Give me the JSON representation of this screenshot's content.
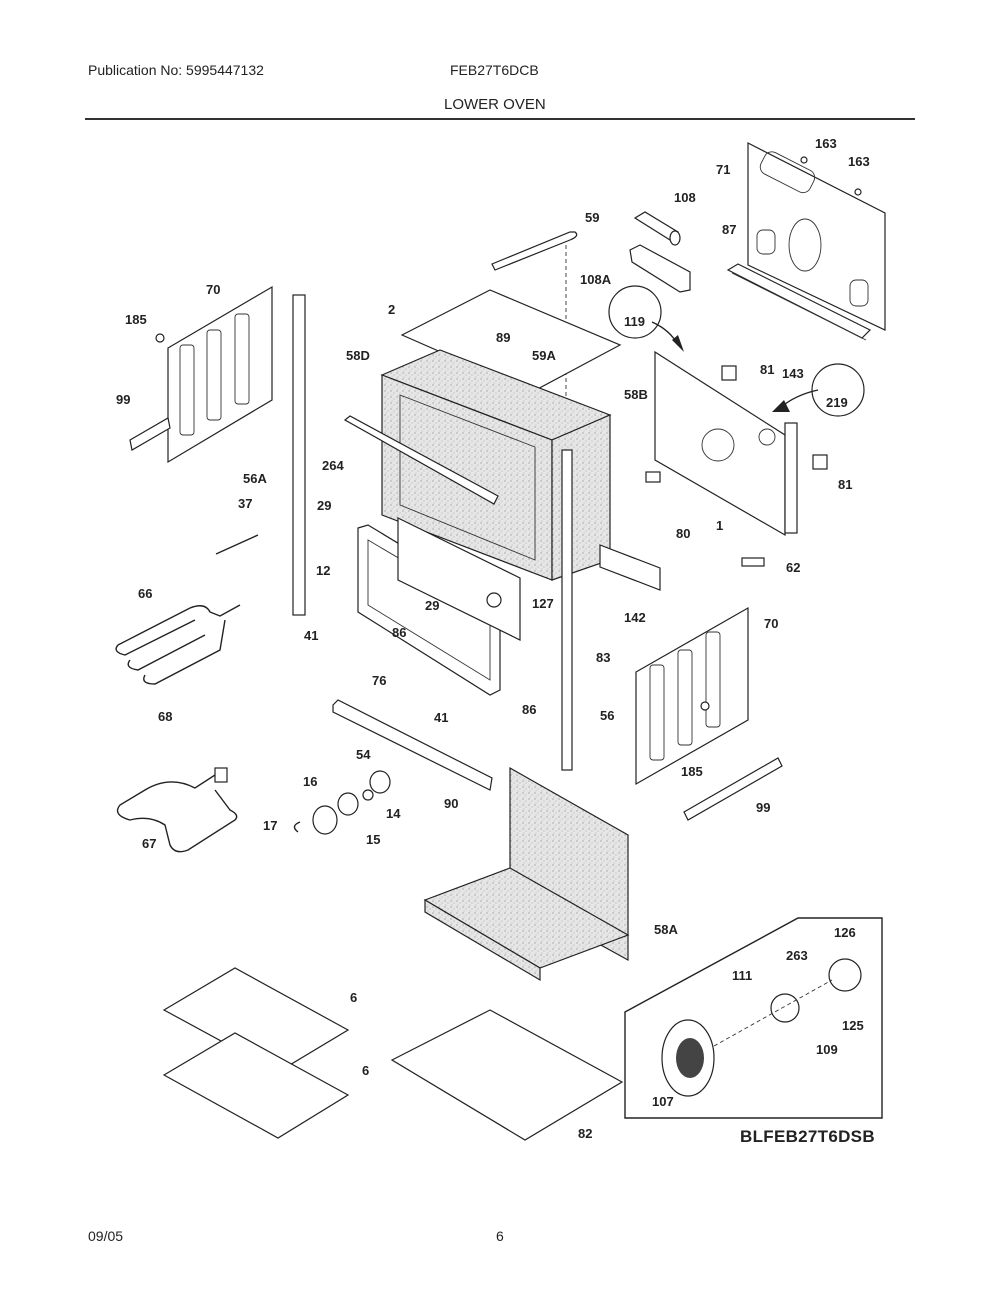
{
  "header": {
    "publication": "Publication No: 5995447132",
    "model": "FEB27T6DCB",
    "section_title": "LOWER OVEN"
  },
  "footer": {
    "date": "09/05",
    "page": "6"
  },
  "diagram": {
    "drawing_code": "BLFEB27T6DSB",
    "part_labels": {
      "p163a": "163",
      "p163b": "163",
      "p71": "71",
      "p108": "108",
      "p59": "59",
      "p87": "87",
      "p108A": "108A",
      "p119": "119",
      "p70a": "70",
      "p185a": "185",
      "p2": "2",
      "p89": "89",
      "p58D": "58D",
      "p59A": "59A",
      "p81a": "81",
      "p143": "143",
      "p219": "219",
      "p58B": "58B",
      "p99a": "99",
      "p264": "264",
      "p56A": "56A",
      "p37": "37",
      "p29a": "29",
      "p12": "12",
      "p81b": "81",
      "p80": "80",
      "p1": "1",
      "p62": "62",
      "p66": "66",
      "p29b": "29",
      "p127": "127",
      "p142": "142",
      "p70b": "70",
      "p41a": "41",
      "p86a": "86",
      "p83": "83",
      "p76": "76",
      "p41b": "41",
      "p86b": "86",
      "p56": "56",
      "p68": "68",
      "p54": "54",
      "p185b": "185",
      "p16": "16",
      "p14": "14",
      "p90": "90",
      "p99b": "99",
      "p17": "17",
      "p15": "15",
      "p67": "67",
      "p58A": "58A",
      "p126": "126",
      "p263": "263",
      "p111": "111",
      "p6a": "6",
      "p125": "125",
      "p109": "109",
      "p6b": "6",
      "p107": "107",
      "p82": "82"
    }
  }
}
